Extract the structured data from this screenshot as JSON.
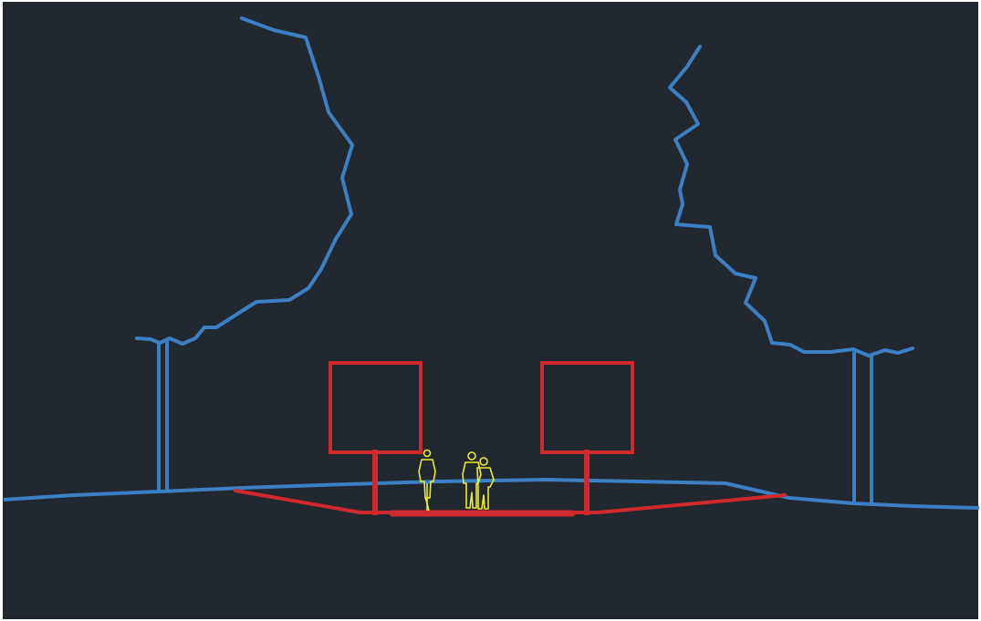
{
  "view": {
    "type": "cad-section-drawing",
    "background_color": "#212830",
    "frame_color": "#ffffff"
  },
  "colors": {
    "terrain_trees": "#3b7fc4",
    "structure": "#d02a2f",
    "people": "#ecec2a"
  },
  "layers": [
    {
      "name": "trees-and-terrain",
      "color": "#3b7fc4"
    },
    {
      "name": "signs-and-path",
      "color": "#d02a2f"
    },
    {
      "name": "figures",
      "color": "#ecec2a"
    }
  ],
  "elements": {
    "left_tree": {
      "icon": "tree-canopy-outline",
      "trunk": "double-line"
    },
    "right_tree": {
      "icon": "tree-canopy-outline",
      "trunk": "double-line"
    },
    "signs": [
      {
        "icon": "sign-board"
      },
      {
        "icon": "sign-board"
      }
    ],
    "people": [
      {
        "icon": "cyclist-figure"
      },
      {
        "icon": "pedestrian-pair-figure"
      }
    ]
  }
}
